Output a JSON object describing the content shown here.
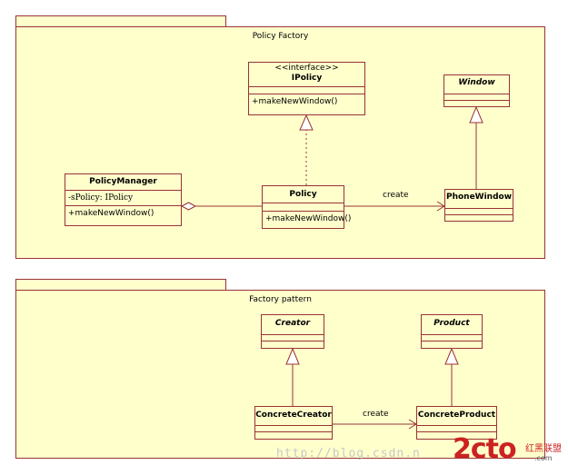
{
  "packages": {
    "top": {
      "title": "Policy Factory"
    },
    "bottom": {
      "title": "Factory pattern"
    }
  },
  "classes": {
    "ipolicy": {
      "stereotype": "<<interface>>",
      "name": "IPolicy",
      "operation": "+makeNewWindow()"
    },
    "window": {
      "name": "Window"
    },
    "policy_manager": {
      "name": "PolicyManager",
      "attribute": "-sPolicy: IPolicy",
      "operation": "+makeNewWindow()"
    },
    "policy": {
      "name": "Policy",
      "operation": "+makeNewWindow()"
    },
    "phone_window": {
      "name": "PhoneWindow"
    },
    "creator": {
      "name": "Creator"
    },
    "product": {
      "name": "Product"
    },
    "concrete_creator": {
      "name": "ConcreteCreator"
    },
    "concrete_product": {
      "name": "ConcreteProduct"
    }
  },
  "relations": {
    "policy_create": "create",
    "factory_create": "create"
  },
  "watermark": {
    "url": "http://blog.csdn.n",
    "logo": "2cto",
    "cn": "红黑联盟",
    "domain": ".com"
  },
  "colors": {
    "fill": "#ffffcc",
    "border": "#993333"
  }
}
